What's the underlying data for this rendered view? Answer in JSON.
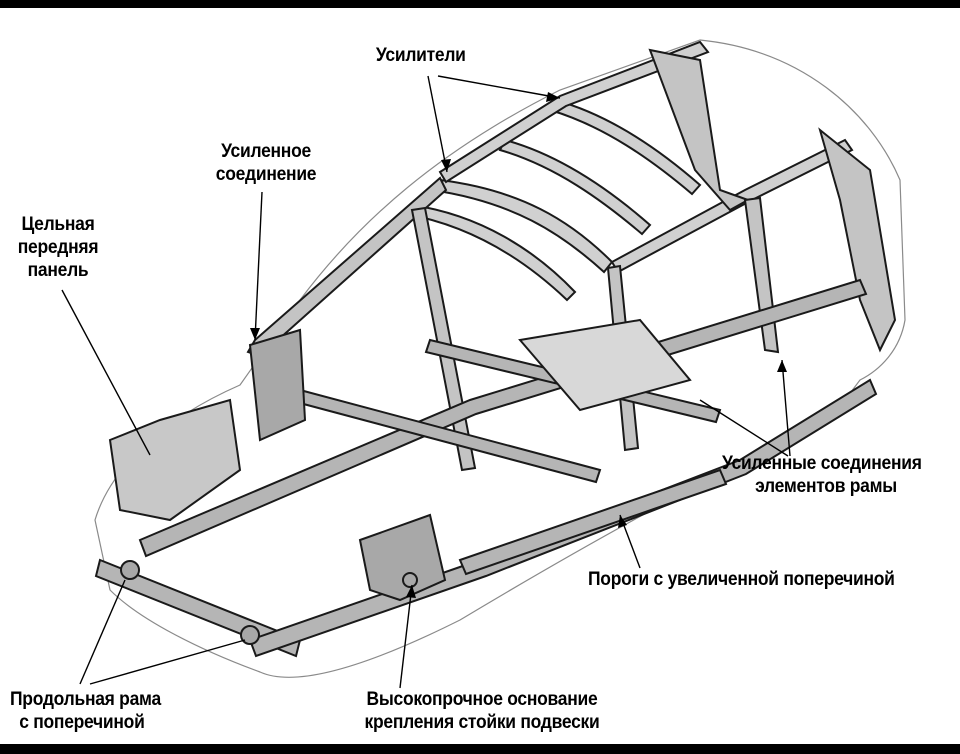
{
  "labels": {
    "reinforcements": "Усилители",
    "reinforced_joint": [
      "Усиленное",
      "соединение"
    ],
    "one_piece_front_panel": [
      "Цельная",
      "передняя",
      "панель"
    ],
    "reinforced_frame_joints": [
      "Усиленные соединения",
      "элементов рамы"
    ],
    "sills_with_crossmember": "Пороги с увеличенной поперечиной",
    "longitudinal_frame": [
      "Продольная рама",
      "с поперечиной"
    ],
    "strut_mount_base": [
      "Высокопрочное основание",
      "крепления стойки подвески"
    ]
  },
  "colors": {
    "line": "#1a1a1a",
    "panel_fill": "#bfbfbf",
    "background": "#ffffff",
    "border": "#000000"
  }
}
